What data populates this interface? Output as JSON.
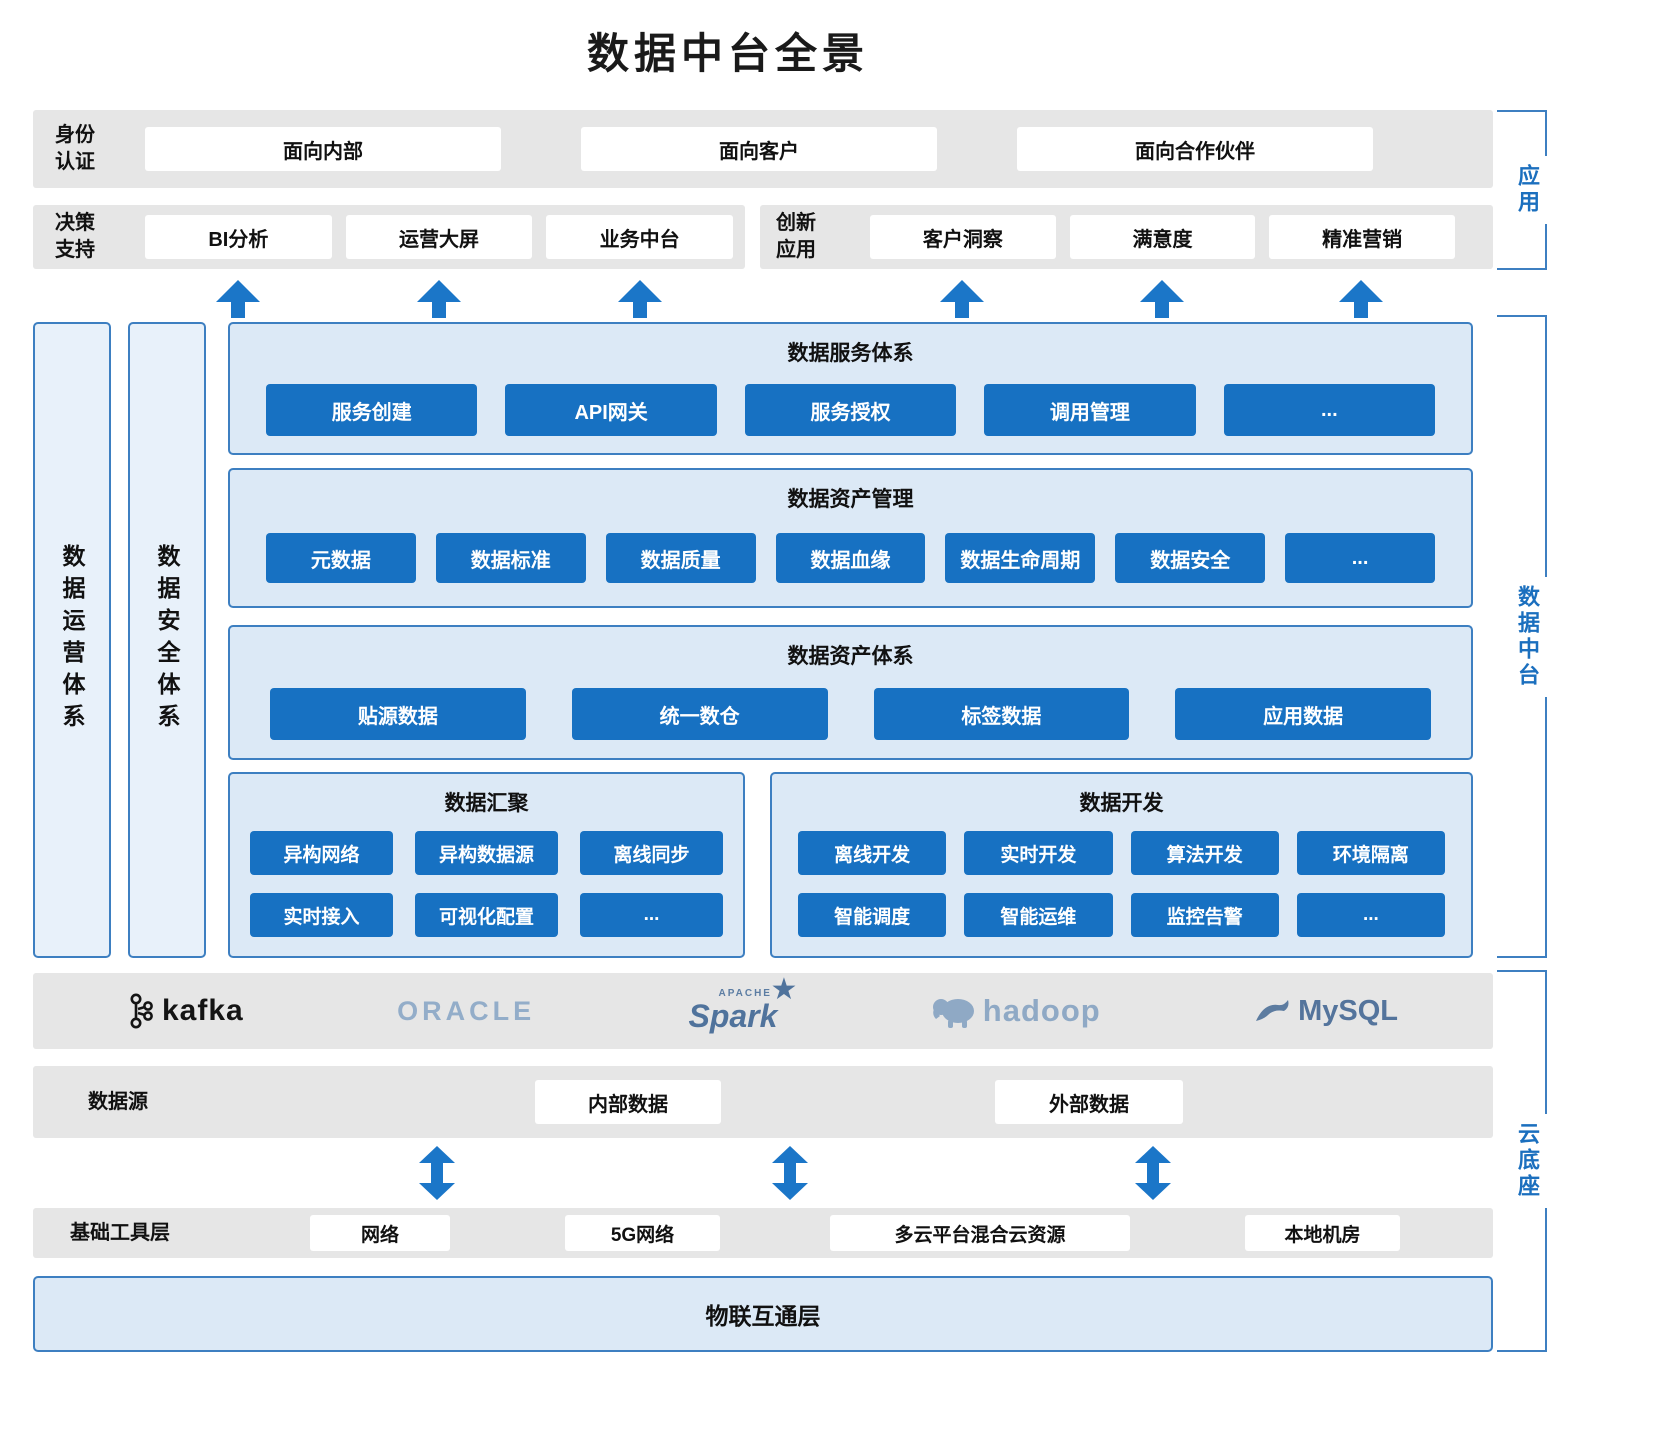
{
  "title": "数据中台全景",
  "colors": {
    "accent_blue": "#1771c2",
    "panel_blue": "#dce9f6",
    "border_blue": "#3d7fc1",
    "gray_band": "#e6e6e6",
    "side_label_blue": "#1b6fbe"
  },
  "icons": {
    "spark_star": "★"
  },
  "app": {
    "side_label": "应用",
    "identity": {
      "label": "身份认证",
      "items": [
        "面向内部",
        "面向客户",
        "面向合作伙伴"
      ]
    },
    "decision": {
      "label": "决策支持",
      "items": [
        "BI分析",
        "运营大屏",
        "业务中台"
      ]
    },
    "innovation": {
      "label": "创新应用",
      "items": [
        "客户洞察",
        "满意度",
        "精准营销"
      ]
    }
  },
  "middle": {
    "side_label": "数据中台",
    "vertical_bars": [
      "数据运营体系",
      "数据安全体系"
    ],
    "service": {
      "title": "数据服务体系",
      "items": [
        "服务创建",
        "API网关",
        "服务授权",
        "调用管理",
        "..."
      ]
    },
    "asset_mgmt": {
      "title": "数据资产管理",
      "items": [
        "元数据",
        "数据标准",
        "数据质量",
        "数据血缘",
        "数据生命周期",
        "数据安全",
        "..."
      ]
    },
    "asset_sys": {
      "title": "数据资产体系",
      "items": [
        "贴源数据",
        "统一数仓",
        "标签数据",
        "应用数据"
      ]
    },
    "aggregation": {
      "title": "数据汇聚",
      "row1": [
        "异构网络",
        "异构数据源",
        "离线同步"
      ],
      "row2": [
        "实时接入",
        "可视化配置",
        "..."
      ]
    },
    "development": {
      "title": "数据开发",
      "row1": [
        "离线开发",
        "实时开发",
        "算法开发",
        "环境隔离"
      ],
      "row2": [
        "智能调度",
        "智能运维",
        "监控告警",
        "..."
      ]
    }
  },
  "cloud": {
    "side_label": "云底座",
    "logos": {
      "kafka": "kafka",
      "oracle": "ORACLE",
      "spark_small": "APACHE",
      "spark": "Spark",
      "hadoop": "hadoop",
      "mysql": "MySQL"
    },
    "datasource": {
      "label": "数据源",
      "items": [
        "内部数据",
        "外部数据"
      ]
    },
    "tools": {
      "label": "基础工具层",
      "items": [
        "网络",
        "5G网络",
        "多云平台混合云资源",
        "本地机房"
      ]
    },
    "iot": "物联互通层"
  }
}
